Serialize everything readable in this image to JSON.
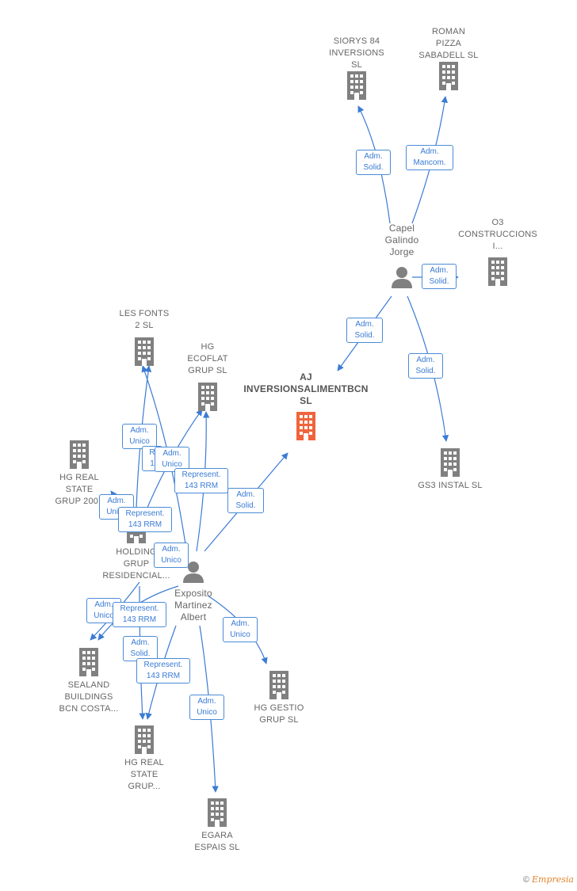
{
  "colors": {
    "company": "#808080",
    "focus": "#f0643a",
    "person": "#808080",
    "edge": "#3a7bd5"
  },
  "nodes": {
    "siorys": "SIORYS 84\nINVERSIONS\nSL",
    "roman": "ROMAN\nPIZZA\nSABADELL  SL",
    "capel": "Capel\nGalindo\nJorge",
    "o3": "O3\nCONSTRUCCIONS\nI...",
    "aj": "AJ\nINVERSIONSALIMENTBCN\nSL",
    "gs3": "GS3 INSTAL  SL",
    "les_fonts": "LES FONTS\n2  SL",
    "hg_ecoflat": "HG\nECOFLAT\nGRUP  SL",
    "hg_real_2007": "HG REAL\nSTATE\nGRUP 2007",
    "holding": "HOLDING\nGRUP\nRESIDENCIAL...",
    "exposito": "Exposito\nMartinez\nAlbert",
    "sealand": "SEALAND\nBUILDINGS\nBCN COSTA...",
    "hg_gestio": "HG GESTIO\nGRUP SL",
    "hg_real_grup": "HG REAL\nSTATE\nGRUP...",
    "egara": "EGARA\nESPAIS  SL"
  },
  "edge_labels": {
    "e1": "Adm.\nSolid.",
    "e2": "Adm.\nMancom.",
    "e3": "Adm.\nSolid.",
    "e4": "Adm.\nSolid.",
    "e5": "Adm.\nSolid.",
    "e6": "Adm.\nSolid.",
    "e7": "Adm.\nUnico",
    "e8": "R\n1",
    "e9": "Adm.\nUnico",
    "e10": "Represent.\n143 RRM",
    "e11": "Adm.\nUnico",
    "e12": "Represent.\n143 RRM",
    "e13": "Adm.\nUnico",
    "e14": "Adm.\nUnico",
    "e15": "Represent.\n143 RRM",
    "e16": "Adm.\nSolid.",
    "e17": "Represent.\n143 RRM",
    "e18": "Adm.\nUnico",
    "e19": "Adm.\nUnico"
  },
  "footer": {
    "copyright": "©",
    "brand": "Empresia"
  }
}
